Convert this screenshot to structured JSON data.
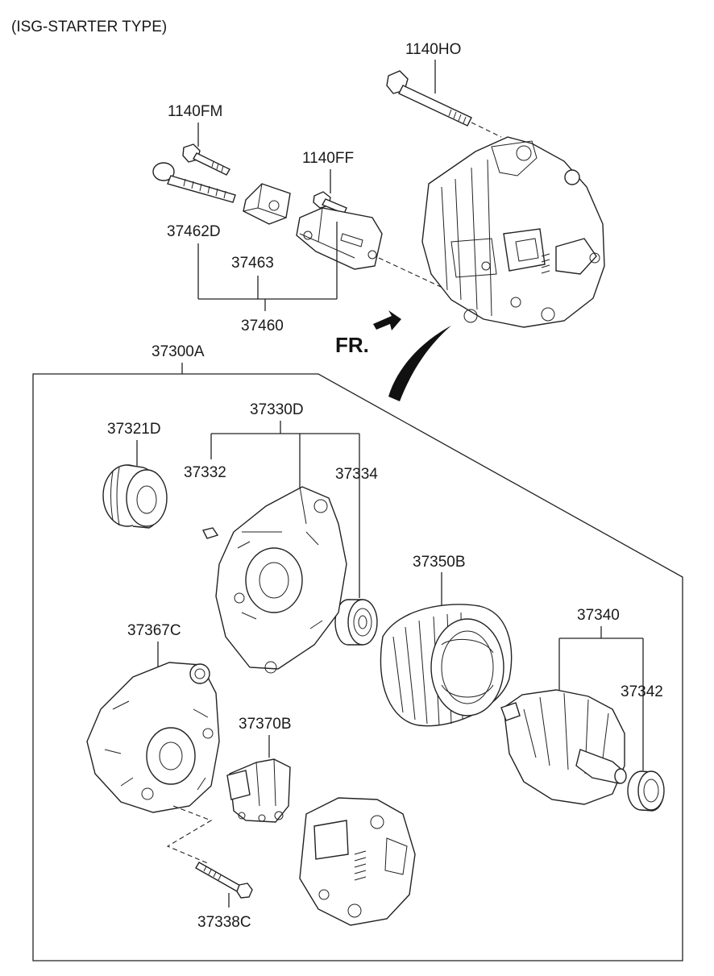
{
  "header": {
    "title": "(ISG-STARTER TYPE)"
  },
  "labels": {
    "p1140HO": "1140HO",
    "p1140FM": "1140FM",
    "p1140FF": "1140FF",
    "p37462D": "37462D",
    "p37463": "37463",
    "p37460": "37460",
    "p37300A": "37300A",
    "p37330D": "37330D",
    "p37321D": "37321D",
    "p37332": "37332",
    "p37334": "37334",
    "p37350B": "37350B",
    "p37340": "37340",
    "p37342": "37342",
    "p37367C": "37367C",
    "p37370B": "37370B",
    "p37338C": "37338C"
  },
  "direction": {
    "label": "FR."
  }
}
